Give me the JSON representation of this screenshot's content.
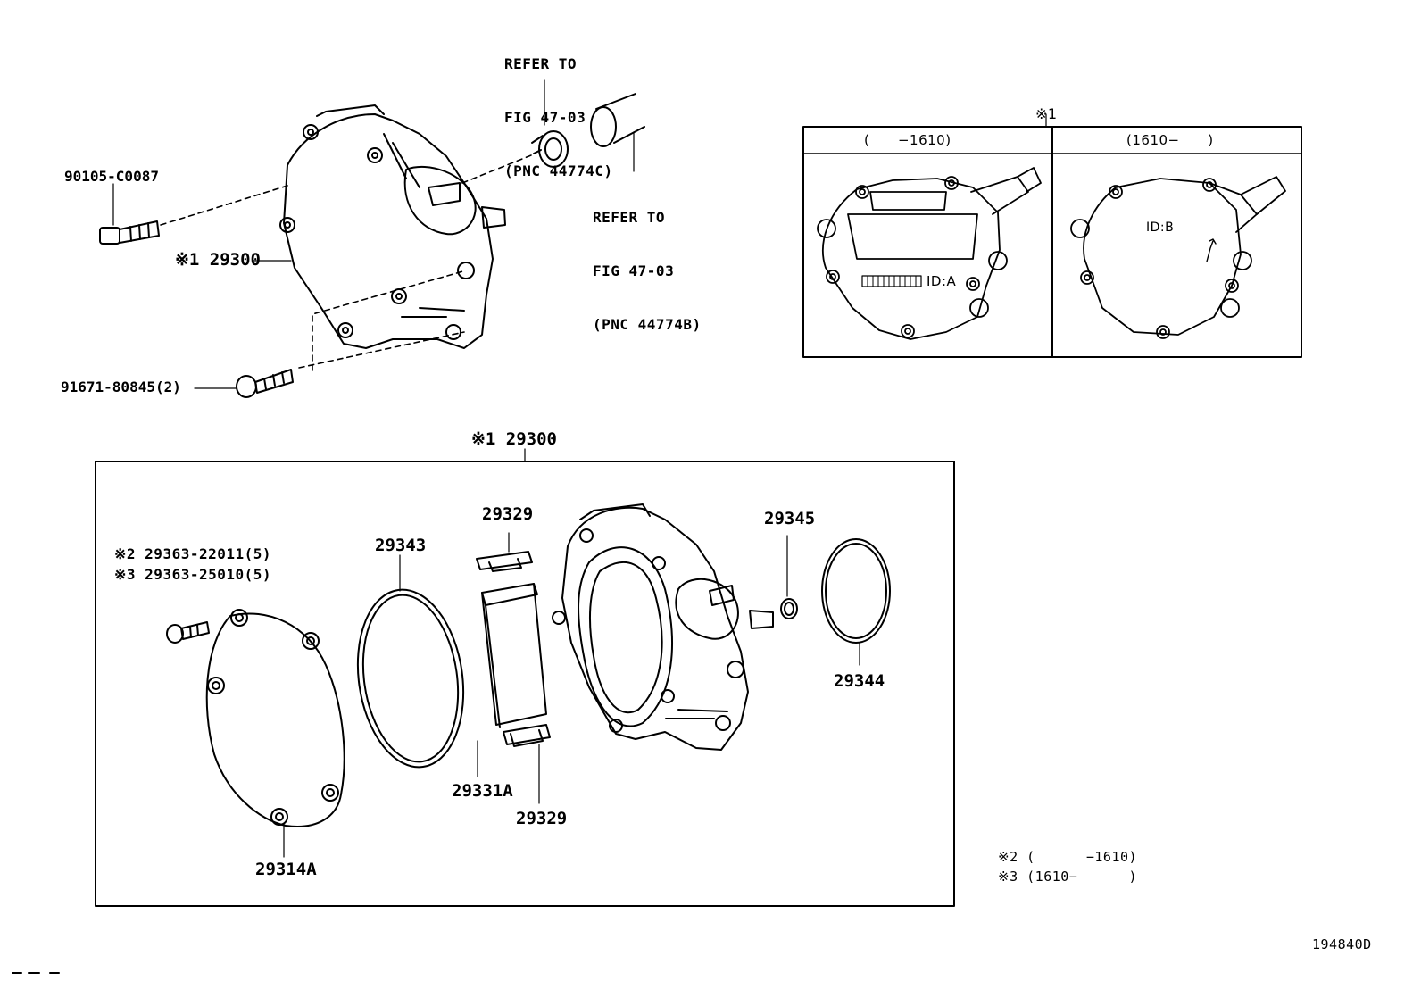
{
  "refs": {
    "fig_top": [
      "REFER TO",
      "FIG 47-03",
      "(PNC 44774C)"
    ],
    "fig_right": [
      "REFER TO",
      "FIG 47-03",
      "(PNC 44774B)"
    ]
  },
  "parts": {
    "bolt_top": "90105-C0087",
    "pump_top": "※1 29300",
    "bolt_bottom": "91671-80845(2)",
    "kit": "※1 29300",
    "screw_a": "※2 29363-22011(5)",
    "screw_b": "※3 29363-25010(5)",
    "plate_upper": "29329",
    "plate_lower": "29329",
    "oring_large": "29343",
    "oring_small": "29345",
    "oring_right": "29344",
    "cover": "29314A",
    "valve": "29331A"
  },
  "inset": {
    "title": "※1",
    "col_left": "(      −1610)",
    "col_right": "(1610−      )",
    "id_a": "ID:A",
    "id_b": "ID:B"
  },
  "notes": {
    "n2": "※2 (      −1610)",
    "n3": "※3 (1610−      )"
  },
  "figure_id": "194840D"
}
